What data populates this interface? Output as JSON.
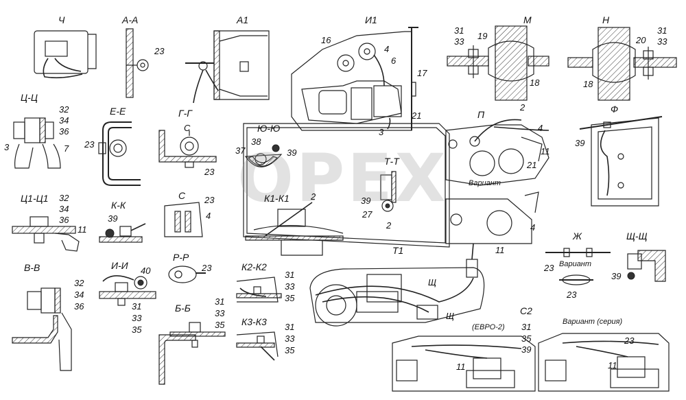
{
  "watermark": "OPEX",
  "views": {
    "ch": "Ч",
    "a_a": "А-А",
    "a1": "А1",
    "i1": "И1",
    "m": "М",
    "n": "Н",
    "ts_ts": "Ц-Ц",
    "e_e": "Е-Е",
    "g_g": "Г-Г",
    "yu_yu": "Ю-Ю",
    "p": "П",
    "f": "Ф",
    "t_t": "Т-Т",
    "ts1_ts1": "Ц1-Ц1",
    "k_k": "К-К",
    "s": "С",
    "k1_k1": "К1-К1",
    "r_r": "Р-Р",
    "i_i": "И-И",
    "k2_k2": "К2-К2",
    "t1": "Т1",
    "zh": "Ж",
    "shch_shch": "Щ-Щ",
    "v_v": "В-В",
    "b_b": "Б-Б",
    "k3_k3": "К3-К3",
    "s2": "С2",
    "shch": "Щ"
  },
  "notes": {
    "variant_p": "Вариант",
    "variant_zh": "Вариант",
    "evro2": "(ЕВРО-2)",
    "variant_seria": "Вариант (серия)",
    "g_g_mark": "С"
  },
  "callouts": {
    "aa_23": "23",
    "i1_16": "16",
    "i1_4": "4",
    "i1_6": "6",
    "i1_17": "17",
    "i1_21": "21",
    "i1_3": "3",
    "m_31": "31",
    "m_33": "33",
    "m_19": "19",
    "m_18": "18",
    "n_20": "20",
    "n_31": "31",
    "n_33": "33",
    "n_18": "18",
    "ts_32": "32",
    "ts_34": "34",
    "ts_36": "36",
    "ts_3": "3",
    "ts_7": "7",
    "ee_23": "23",
    "gg_23": "23",
    "yu_38": "38",
    "yu_37": "37",
    "yu_39": "39",
    "p_2": "2",
    "p_4": "4",
    "p_11": "11",
    "p_21": "21",
    "p_4b": "4",
    "p_11b": "11",
    "f_39": "39",
    "tt_39": "39",
    "tt_27": "27",
    "tt_2": "2",
    "k1_2": "2",
    "ts1_32": "32",
    "ts1_34": "34",
    "ts1_36": "36",
    "ts1_11": "11",
    "kk_39": "39",
    "s_23": "23",
    "s_4": "4",
    "rr_23": "23",
    "ii_40": "40",
    "ii_31": "31",
    "ii_33": "33",
    "ii_35": "35",
    "k2_31": "31",
    "k2_33": "33",
    "k2_35": "35",
    "zh_23a": "23",
    "zh_23b": "23",
    "shch_39": "39",
    "vv_32": "32",
    "vv_34": "34",
    "vv_36": "36",
    "bb_31": "31",
    "bb_33": "33",
    "bb_35": "35",
    "k3_31": "31",
    "k3_33": "33",
    "k3_35": "35",
    "s2_31": "31",
    "s2_35": "35",
    "s2_39": "39",
    "s2_11a": "11",
    "s2_23": "23",
    "s2_11b": "11"
  }
}
